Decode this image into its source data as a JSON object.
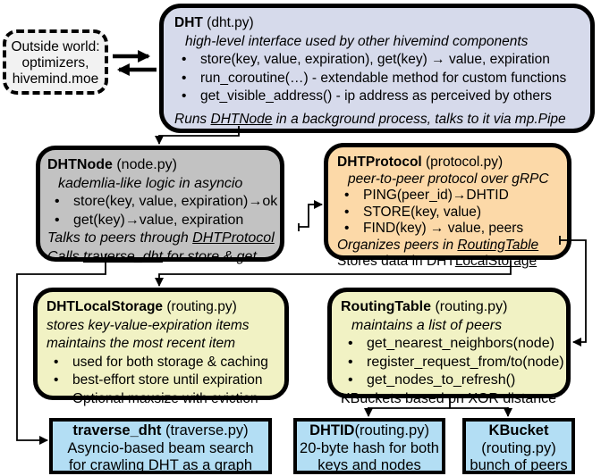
{
  "diagram": {
    "outside_world": {
      "lines": [
        "Outside world:",
        "optimizers,",
        "hivemind.moe"
      ]
    },
    "dht": {
      "title_bold": "DHT",
      "title_rest": " (dht.py)",
      "subtitle": "high-level interface used by other hivemind components",
      "bullets": [
        "store(key, value, expiration), get(key) → value, expiration",
        "run_coroutine(…) - extendable method for custom functions",
        "get_visible_address() - ip address as perceived by others"
      ],
      "footer_prefix": "Runs ",
      "footer_link": "DHTNode",
      "footer_suffix": " in a background process, talks to it via mp.Pipe"
    },
    "dhtnode": {
      "title_bold": "DHTNode",
      "title_rest": " (node.py)",
      "subtitle": "kademlia-like logic in asyncio",
      "bullets": [
        "store(key, value, expiration)→ok",
        "get(key)→value, expiration"
      ],
      "line1_prefix": "Talks to peers through ",
      "line1_link": "DHTProtocol",
      "line2_prefix": "Calls ",
      "line2_link": "traverse_dht",
      "line2_suffix": " for store & get"
    },
    "dhtprotocol": {
      "title_bold": "DHTProtocol",
      "title_rest": " (protocol.py)",
      "subtitle": "peer-to-peer protocol over gRPC",
      "bullets": [
        "PING(peer_id)→DHTID",
        "STORE(key, value)",
        "FIND(key) → value, peers"
      ],
      "line1_prefix": "Organizes peers in ",
      "line1_link": "RoutingTable",
      "line2_prefix": "Stores data in DHT",
      "line2_link": "LocalStorage"
    },
    "dhtlocalstorage": {
      "title_bold": "DHTLocalStorage",
      "title_rest": " (routing.py)",
      "subtitle1": "stores key-value-expiration items",
      "subtitle2": "maintains the most recent item",
      "bullets": [
        "used for both storage & caching",
        "best-effort store until expiration",
        "Optional maxsize with eviction"
      ]
    },
    "routingtable": {
      "title_bold": "RoutingTable",
      "title_rest": " (routing.py)",
      "subtitle": "maintains a list of peers",
      "bullets": [
        "get_nearest_neighbors(node)",
        "register_request_from/to(node)",
        "get_nodes_to_refresh()"
      ],
      "footer": "KBuckets based on XOR distance"
    },
    "traverse_dht": {
      "title_bold": "traverse_dht",
      "title_rest": " (traverse.py)",
      "lines": [
        "Asyncio-based beam search",
        "for crawling DHT as a graph"
      ]
    },
    "dhtid": {
      "title_bold": "DHTID",
      "title_rest": "(routing.py)",
      "lines": [
        "20-byte hash for both",
        "keys and nodes"
      ]
    },
    "kbucket": {
      "title_bold": "KBucket",
      "lines": [
        "(routing.py)",
        "bunch of peers"
      ]
    },
    "colors": {
      "dht_bg": "#d6daeb",
      "dhtnode_bg": "#c2c2c2",
      "dhtprotocol_bg": "#fcd9a8",
      "storage_bg": "#f1f2c4",
      "bottom_bg": "#b3def4",
      "outside_bg": "#f2f2f2",
      "line": "#000000"
    }
  }
}
